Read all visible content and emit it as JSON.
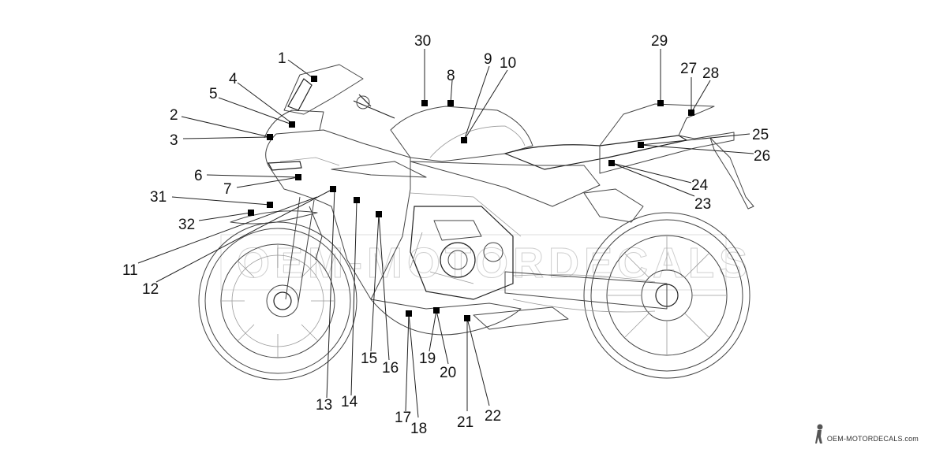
{
  "watermark": {
    "text": "OEM-MOTORDECALS"
  },
  "logo": {
    "text": "OEM-MOTORDECALS.com",
    "icon": "rider-silhouette-icon"
  },
  "callouts": [
    {
      "n": "1"
    },
    {
      "n": "2"
    },
    {
      "n": "3"
    },
    {
      "n": "4"
    },
    {
      "n": "5"
    },
    {
      "n": "6"
    },
    {
      "n": "7"
    },
    {
      "n": "8"
    },
    {
      "n": "9"
    },
    {
      "n": "10"
    },
    {
      "n": "11"
    },
    {
      "n": "12"
    },
    {
      "n": "13"
    },
    {
      "n": "14"
    },
    {
      "n": "15"
    },
    {
      "n": "16"
    },
    {
      "n": "17"
    },
    {
      "n": "18"
    },
    {
      "n": "19"
    },
    {
      "n": "20"
    },
    {
      "n": "21"
    },
    {
      "n": "22"
    },
    {
      "n": "23"
    },
    {
      "n": "24"
    },
    {
      "n": "25"
    },
    {
      "n": "26"
    },
    {
      "n": "27"
    },
    {
      "n": "28"
    },
    {
      "n": "29"
    },
    {
      "n": "30"
    },
    {
      "n": "31"
    },
    {
      "n": "32"
    }
  ]
}
